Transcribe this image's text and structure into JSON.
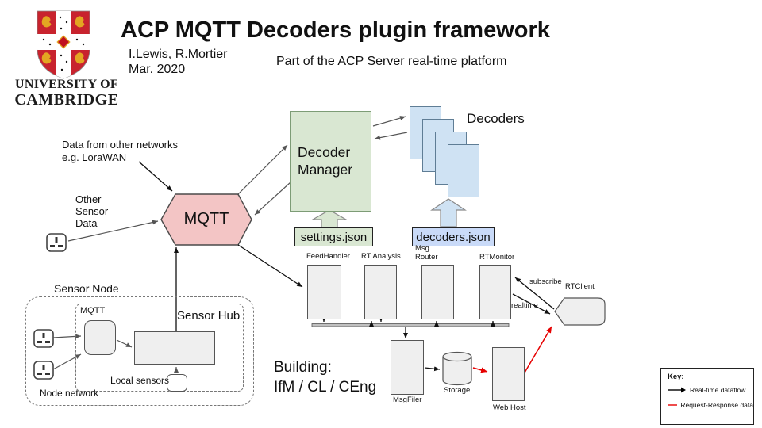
{
  "header": {
    "title": "ACP MQTT Decoders plugin framework",
    "authors": "I.Lewis, R.Mortier",
    "date": "Mar. 2020",
    "subtitle": "Part of the ACP Server real-time platform"
  },
  "logo": {
    "line1": "UNIVERSITY OF",
    "line2": "CAMBRIDGE"
  },
  "annotations": {
    "data_from_networks": "Data from other networks\ne.g. LoraWAN",
    "other_sensor_data": "Other\nSensor\nData",
    "building": "Building:\nIfM / CL / CEng"
  },
  "diagram": {
    "mqtt_hub_label": "MQTT",
    "decoder_manager_label": "Decoder Manager",
    "decoders_label": "Decoders",
    "settings_file_label": "settings.json",
    "decoders_file_label": "decoders.json",
    "services": [
      {
        "name": "FeedHandler"
      },
      {
        "name": "RT Analysis"
      },
      {
        "name": "Msg\nRouter"
      },
      {
        "name": "RTMonitor"
      }
    ],
    "rtclient_label": "RTClient",
    "subscribe_label": "subscribe",
    "realtime_label": "realtime",
    "msgfiler_label": "MsgFiler",
    "storage_label": "Storage",
    "webhost_label": "Web Host",
    "sensor_node": {
      "title": "Sensor Node",
      "mqtt_label": "MQTT",
      "hub_label": "Sensor Hub",
      "local_sensors_label": "Local sensors",
      "network_label": "Node network"
    }
  },
  "key": {
    "title": "Key:",
    "items": [
      {
        "label": "Real-time dataflow",
        "color": "#000000"
      },
      {
        "label": "Request-Response data",
        "color": "#e60000"
      }
    ]
  },
  "colors": {
    "mqtt_fill": "#f3c5c5",
    "green_fill": "#d9e7d2",
    "blue_fill": "#cfe2f3",
    "file_blue": "#c9daf8",
    "box_fill": "#efefef",
    "red_arrow": "#e60000"
  }
}
